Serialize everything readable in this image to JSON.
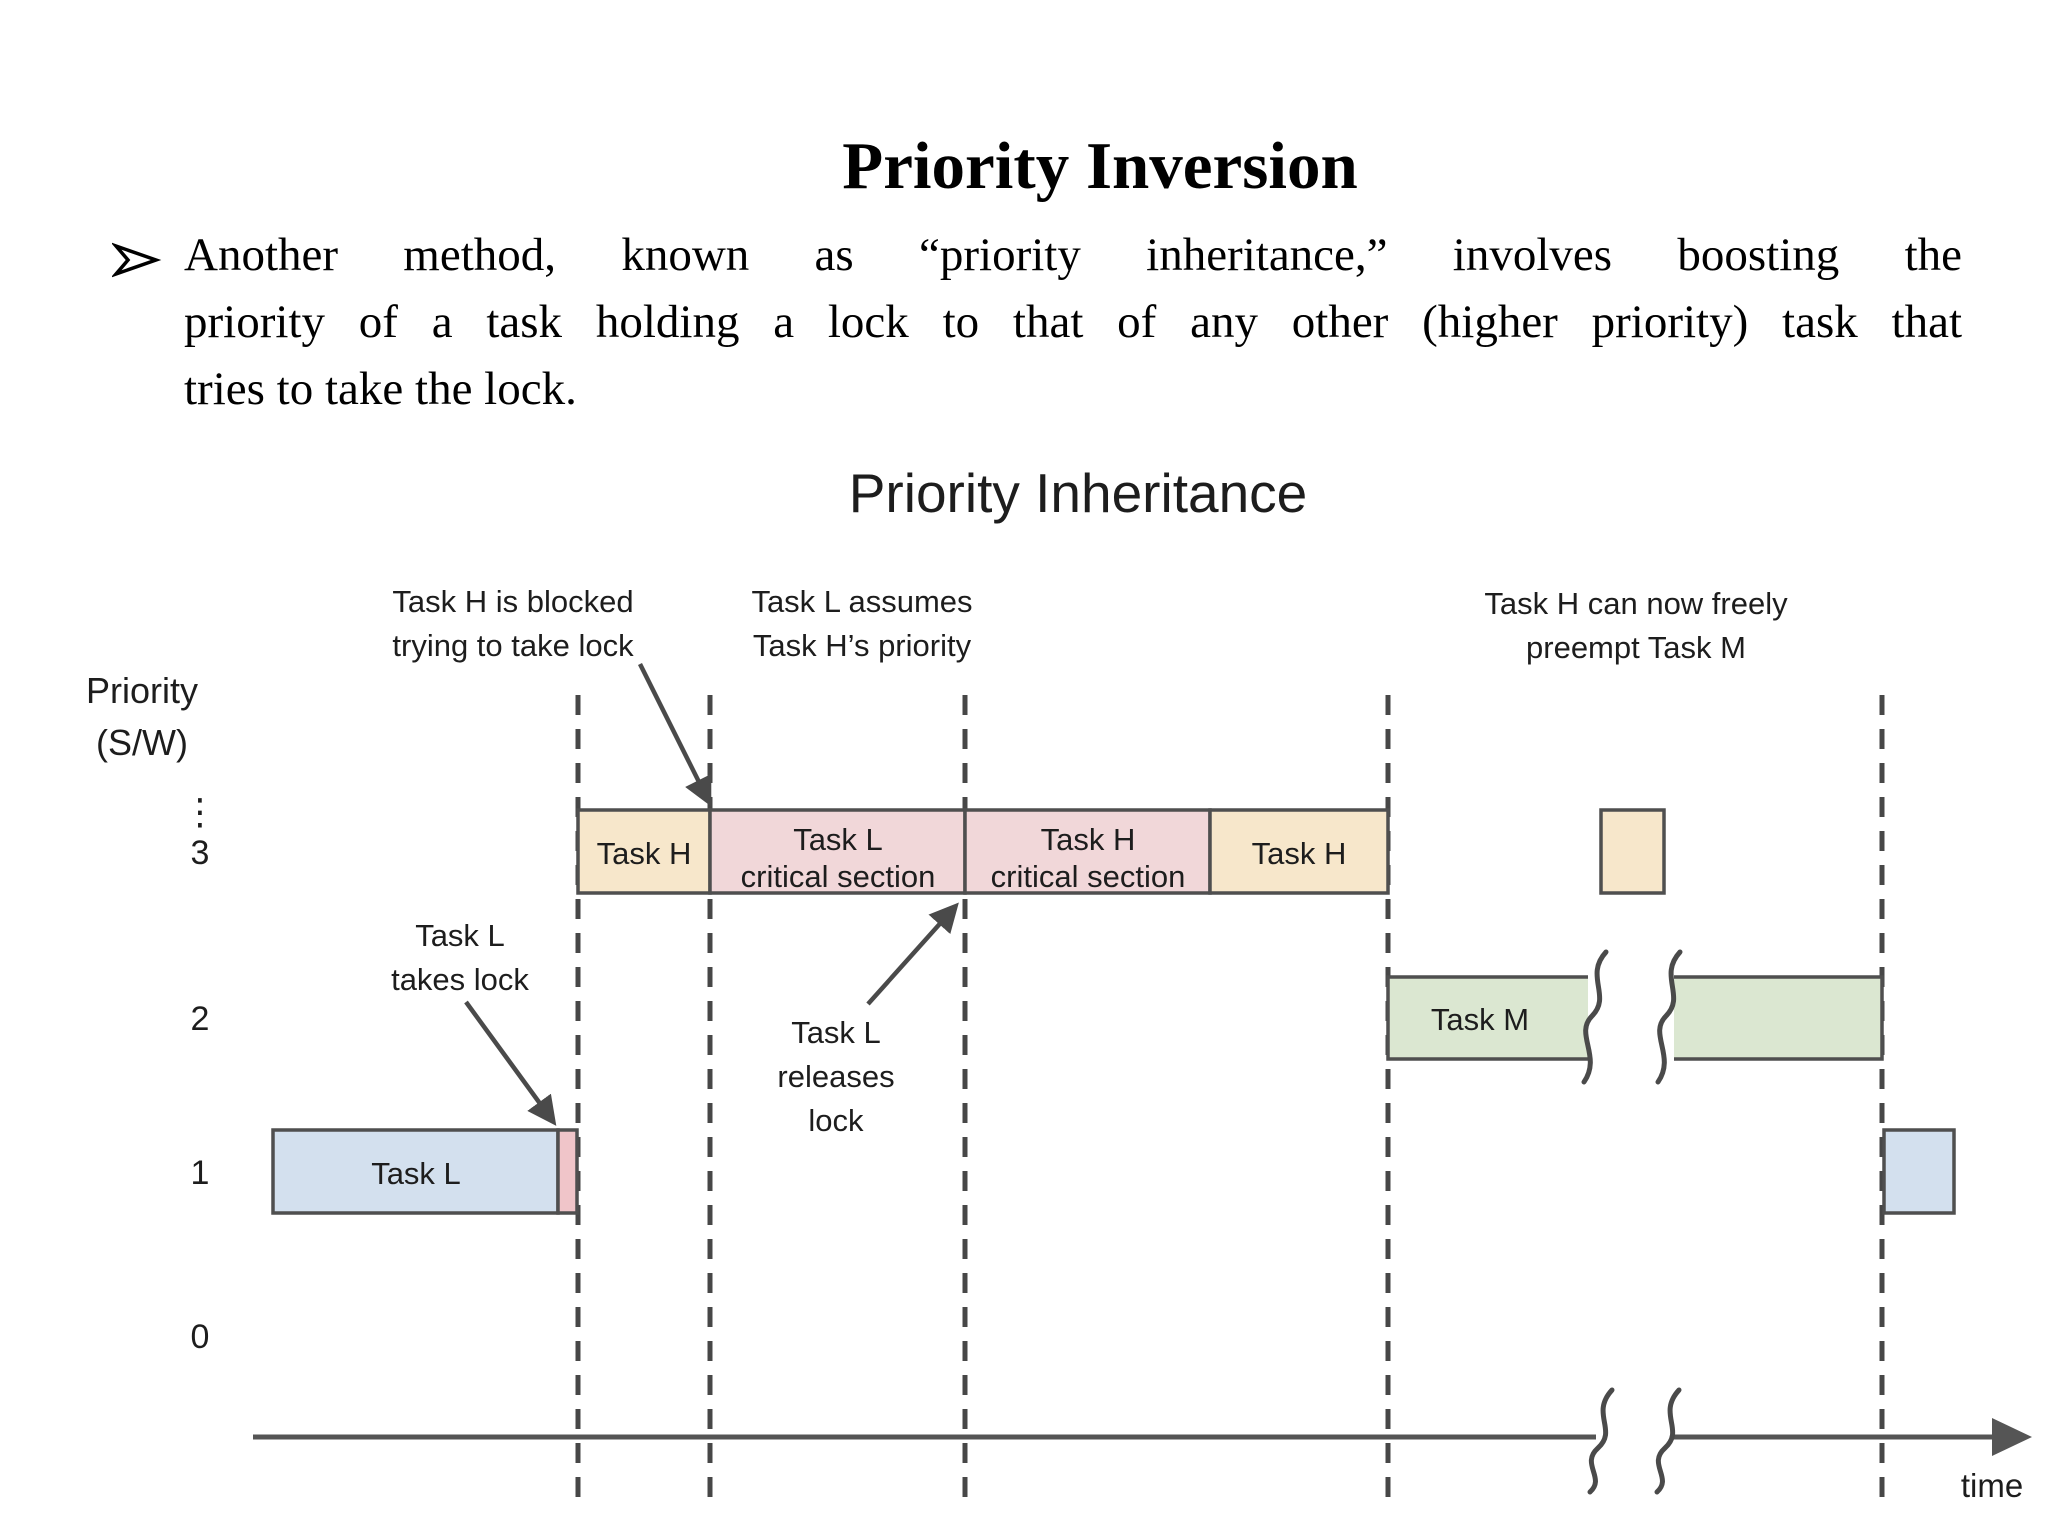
{
  "slide": {
    "title": "Priority Inversion",
    "bullet_lines": [
      "Another method, known as “priority inheritance,” involves boosting the",
      "priority of a task holding a lock to that of any other (higher priority) task that",
      "tries to take the lock."
    ]
  },
  "diagram": {
    "title": "Priority Inheritance",
    "y_axis": {
      "label_line1": "Priority",
      "label_line2": "(S/W)",
      "ellipsis": "⋮",
      "level_3": "3",
      "level_2": "2",
      "level_1": "1",
      "level_0": "0"
    },
    "x_axis": {
      "label": "time"
    },
    "annotations": {
      "blocked_line1": "Task H is blocked",
      "blocked_line2": "trying to take lock",
      "assumes_line1": "Task L assumes",
      "assumes_line2": "Task H’s priority",
      "preempt_line1": "Task H can now freely",
      "preempt_line2": "preempt Task M",
      "takes_line1": "Task L",
      "takes_line2": "takes lock",
      "releases_line1": "Task L",
      "releases_line2": "releases",
      "releases_line3": "lock"
    },
    "bars": {
      "task_h_first": "Task H",
      "task_l_cs_line1": "Task L",
      "task_l_cs_line2": "critical section",
      "task_h_cs_line1": "Task H",
      "task_h_cs_line2": "critical section",
      "task_h_second": "Task H",
      "task_m": "Task M",
      "task_l": "Task L"
    },
    "colors": {
      "tan": "#f7e7cb",
      "pink": "#f1d7d9",
      "pink_sliver": "#f0c5c9",
      "green": "#dbe7d1",
      "blue": "#d3e0ee",
      "border": "#4f4f4f",
      "line": "#4a4a4a"
    }
  }
}
